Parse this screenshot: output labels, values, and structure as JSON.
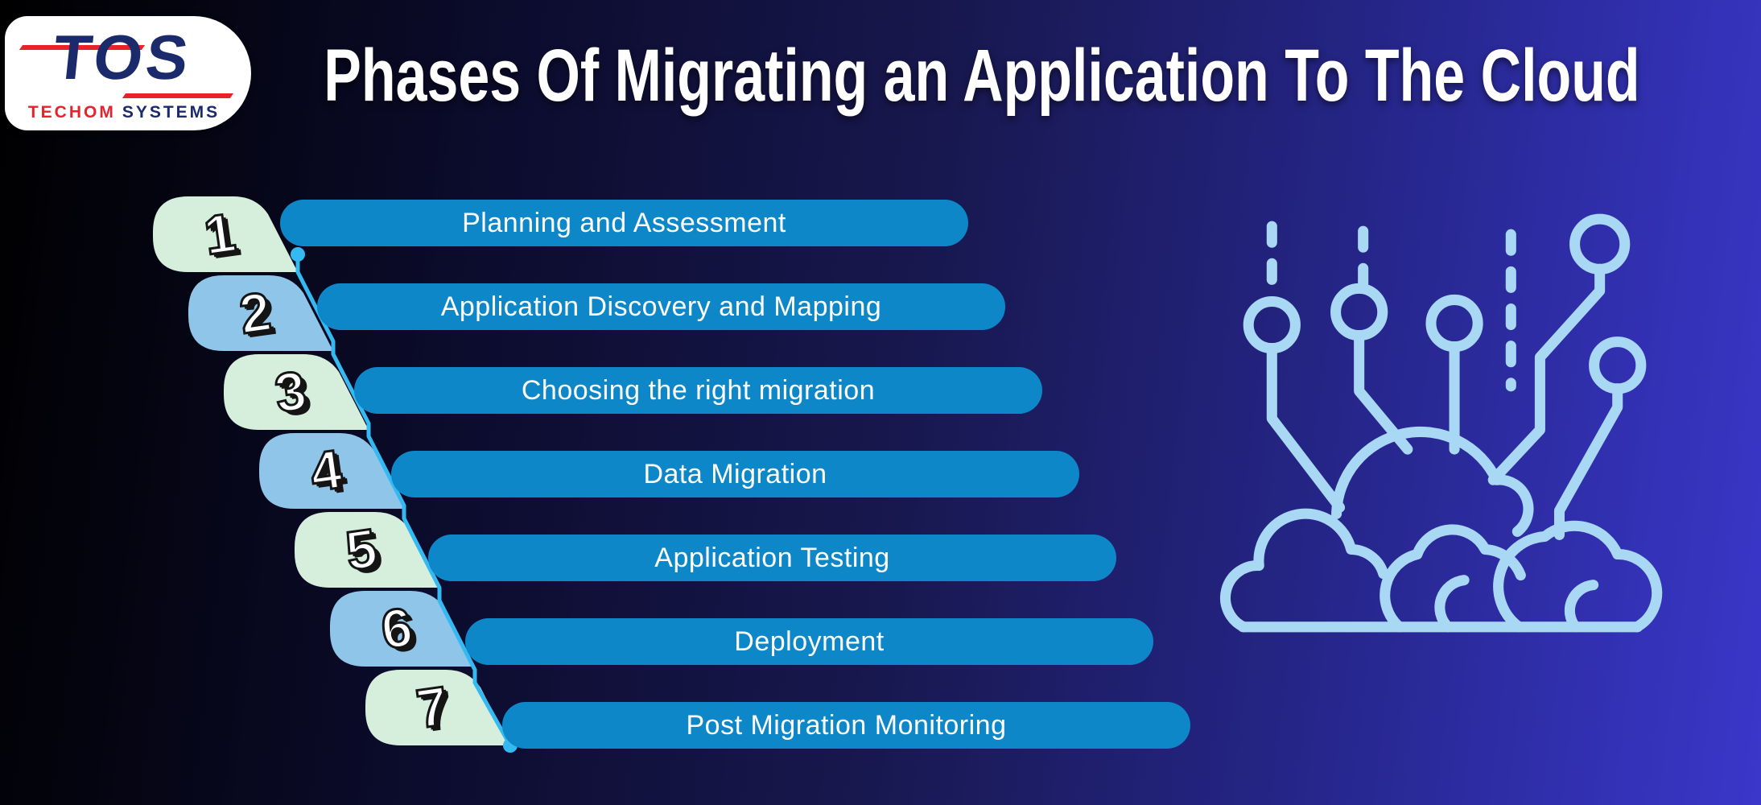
{
  "header": {
    "title": "Phases Of Migrating an Application To The Cloud"
  },
  "logo": {
    "acronym": "TOS",
    "brand_word1": "TECHOM",
    "brand_word2": "SYSTEMS"
  },
  "phases": [
    {
      "number": "1",
      "label": "Planning and Assessment",
      "tone": "mint"
    },
    {
      "number": "2",
      "label": "Application Discovery and Mapping",
      "tone": "blue"
    },
    {
      "number": "3",
      "label": "Choosing the right migration",
      "tone": "mint"
    },
    {
      "number": "4",
      "label": "Data Migration",
      "tone": "blue"
    },
    {
      "number": "5",
      "label": "Application Testing",
      "tone": "mint"
    },
    {
      "number": "6",
      "label": "Deployment",
      "tone": "blue"
    },
    {
      "number": "7",
      "label": "Post Migration Monitoring",
      "tone": "mint"
    }
  ],
  "illustration": {
    "name": "cloud-circuit-icon"
  },
  "colors": {
    "bg_left": "#000000",
    "bg_right": "#3a37ca",
    "pill": "#0e87c9",
    "badge_mint": "#d6efdc",
    "badge_blue": "#90c5ea",
    "connector": "#35b9f1",
    "cloud": "#a9d8f5",
    "logo_navy": "#1b2a6b",
    "logo_red": "#e8222d"
  }
}
